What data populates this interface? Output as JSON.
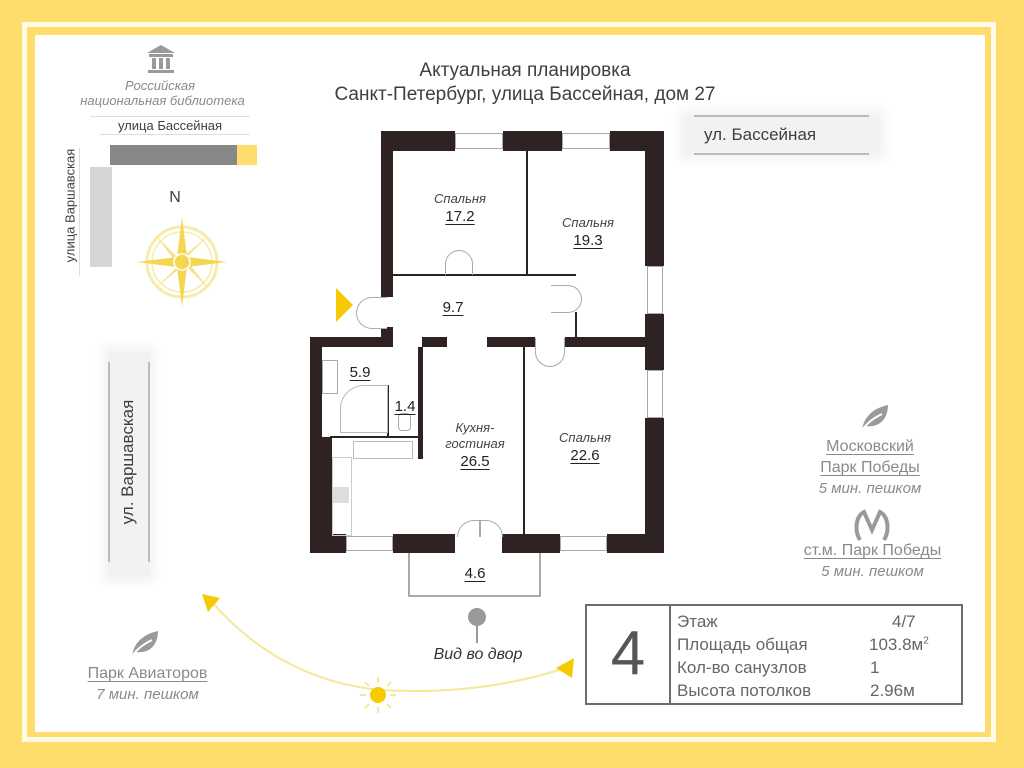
{
  "header": {
    "line1": "Актуальная планировка",
    "line2": "Санкт-Петербург, улица Бассейная, дом 27"
  },
  "mini_map": {
    "landmark_icon": "library-building-icon",
    "landmark_line1": "Российская",
    "landmark_line2": "национальная библиотека",
    "street_top": "улица Бассейная",
    "street_left": "улица Варшавская",
    "compass_label": "N",
    "highlight_color": "#fedd6d"
  },
  "streets": {
    "right_top": "ул. Бассейная",
    "left_vertical": "ул. Варшавская"
  },
  "rooms": [
    {
      "name": "Спальня",
      "area": "17.2"
    },
    {
      "name": "Спальня",
      "area": "19.3"
    },
    {
      "name": "",
      "area": "9.7"
    },
    {
      "name": "",
      "area": "5.9"
    },
    {
      "name": "",
      "area": "1.4"
    },
    {
      "name": "Кухня-",
      "name2": "гостиная",
      "area": "26.5"
    },
    {
      "name": "Спальня",
      "area": "22.6"
    },
    {
      "name": "",
      "area": "4.6"
    }
  ],
  "view": {
    "icon": "map-pin-icon",
    "label": "Вид во двор"
  },
  "nearby": [
    {
      "icon": "leaf-icon",
      "line1": "Московский",
      "line2": "Парк Победы",
      "walk": "5 мин. пешком"
    },
    {
      "icon": "metro-icon",
      "line1": "ст.м. Парк Победы",
      "walk": "5 мин. пешком"
    },
    {
      "icon": "leaf-icon",
      "line1": "Парк Авиаторов",
      "walk": "7 мин. пешком"
    }
  ],
  "info": {
    "rooms_count": "4",
    "rows": [
      {
        "label": "Этаж",
        "value": "4/7"
      },
      {
        "label": "Площадь общая",
        "value": "103.8м",
        "sup": "2"
      },
      {
        "label": "Кол-во санузлов",
        "value": "1"
      },
      {
        "label": "Высота потолков",
        "value": "2.96м"
      }
    ]
  },
  "colors": {
    "frame_yellow": "#fedd6d",
    "wall": "#2e2222",
    "sun": "#f7c900"
  }
}
